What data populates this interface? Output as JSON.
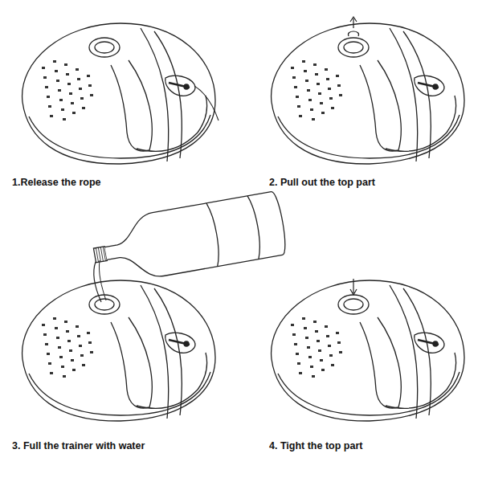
{
  "diagram": {
    "labels": [
      "1.Release the rope",
      "2. Pull out the top part",
      "3. Full the trainer with water",
      "4. Tight the top part"
    ]
  }
}
